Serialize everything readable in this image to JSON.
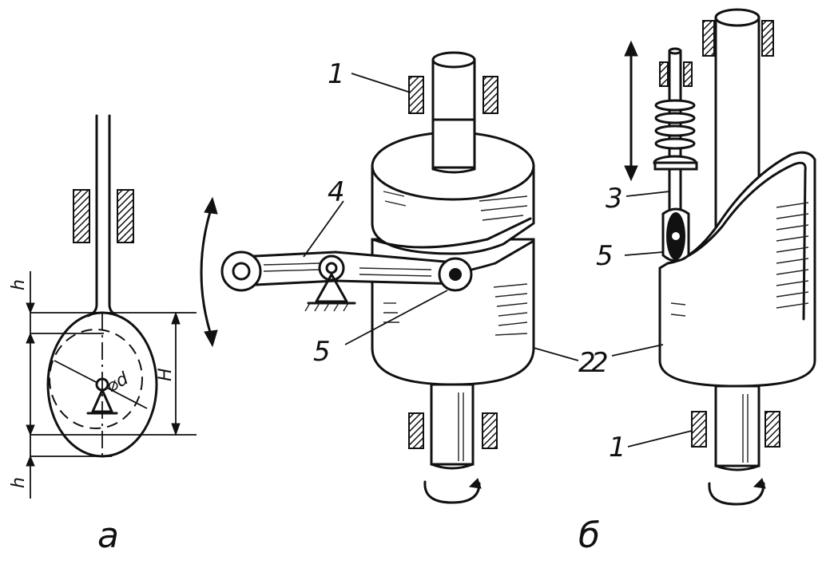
{
  "figure": {
    "sub_a": "а",
    "sub_b": "б"
  },
  "dimensions": {
    "h_top": "h",
    "h_bottom": "h",
    "H": "H",
    "d": "⌀d"
  },
  "part_labels": {
    "bearing_mid": "1",
    "bearing_right": "1",
    "cam_mid": "2",
    "cam_right": "2",
    "follower_rod": "3",
    "lever": "4",
    "roller_mid": "5",
    "roller_right": "5"
  }
}
